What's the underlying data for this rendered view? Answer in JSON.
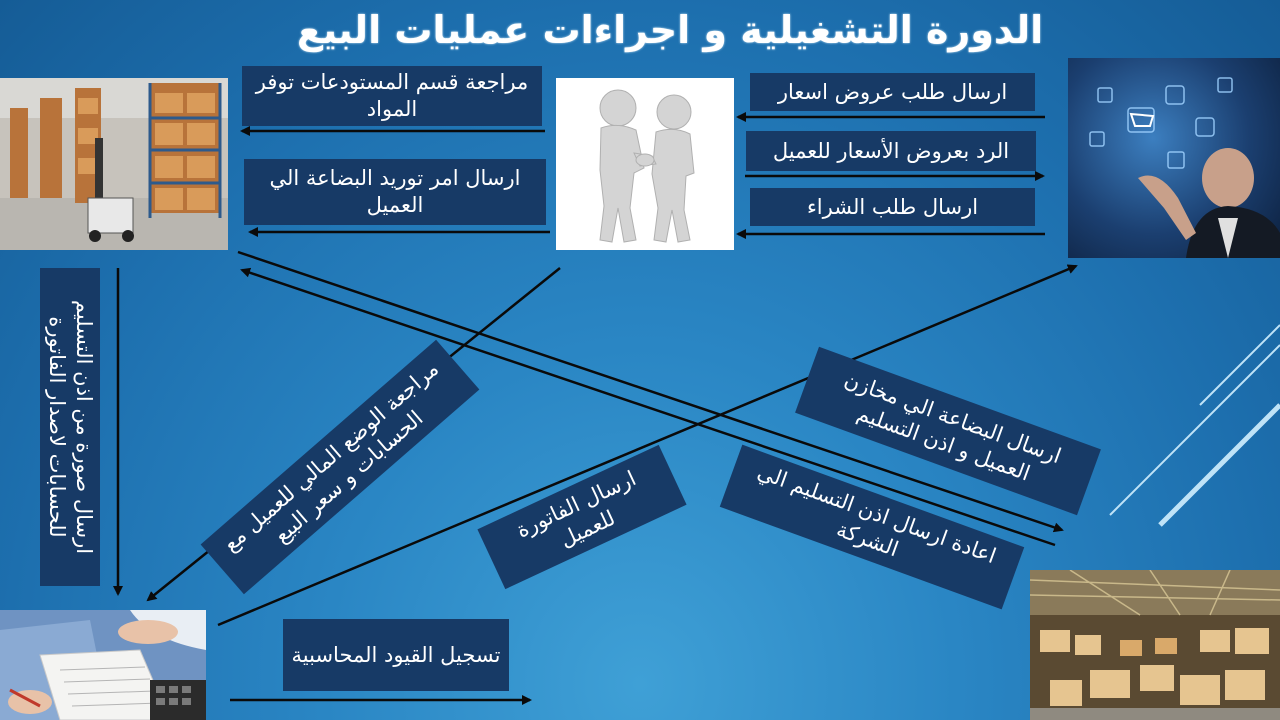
{
  "title": "الدورة التشغيلية و اجراءات عمليات البيع",
  "boxes": {
    "send_quote_request": "ارسال طلب عروض اسعار",
    "reply_quotes": "الرد بعروض الأسعار للعميل",
    "send_purchase_request": "ارسال طلب الشراء",
    "review_warehouse": "مراجعة قسم المستودعات توفر المواد",
    "send_supply_order": "ارسال امر توريد البضاعة الي العميل",
    "send_delivery_copy": "ارسال صورة من اذن التسليم للحسابات لاصدار الفاتورة",
    "review_financial": "مراجعة الوضع المالي للعميل مع الحسابات و سعر البيع",
    "send_invoice": "ارسال الفاتورة للعميل",
    "send_goods": "ارسال البضاعة الي مخازن العميل و اذن التسليم",
    "return_delivery": "اعادة ارسال اذن التسليم الي الشركة",
    "record_entries": "تسجيل القيود المحاسبية"
  },
  "colors": {
    "box_fill": "#173a66",
    "arrow": "#0a0a0a",
    "text": "#ffffff"
  },
  "icons": [
    "warehouse-photo",
    "handshake-figures",
    "customer-tech-photo",
    "accountant-photo",
    "warehouse-interior-photo"
  ]
}
